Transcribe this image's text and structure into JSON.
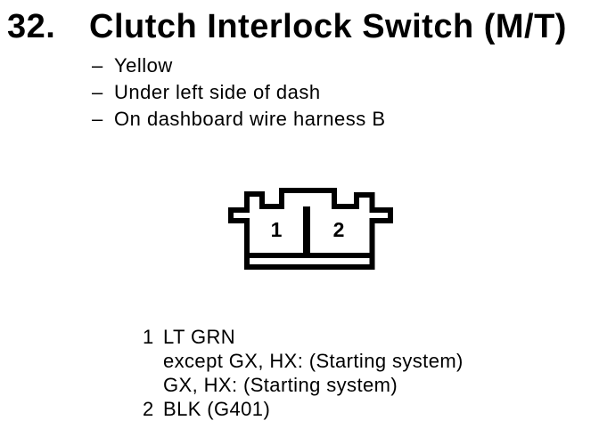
{
  "colors": {
    "ink": "#000000",
    "paper": "#ffffff"
  },
  "heading": {
    "number": "32.",
    "title": "Clutch Interlock Switch (M/T)"
  },
  "notes": {
    "dash": "–",
    "items": [
      "Yellow",
      "Under left side of dash",
      "On dashboard wire harness B"
    ]
  },
  "connector": {
    "pins": [
      {
        "number": "1"
      },
      {
        "number": "2"
      }
    ]
  },
  "legend": {
    "entries": [
      {
        "pin": "1",
        "lines": [
          "LT GRN",
          "except GX, HX: (Starting system)",
          "GX, HX: (Starting system)"
        ]
      },
      {
        "pin": "2",
        "lines": [
          "BLK (G401)"
        ]
      }
    ]
  }
}
